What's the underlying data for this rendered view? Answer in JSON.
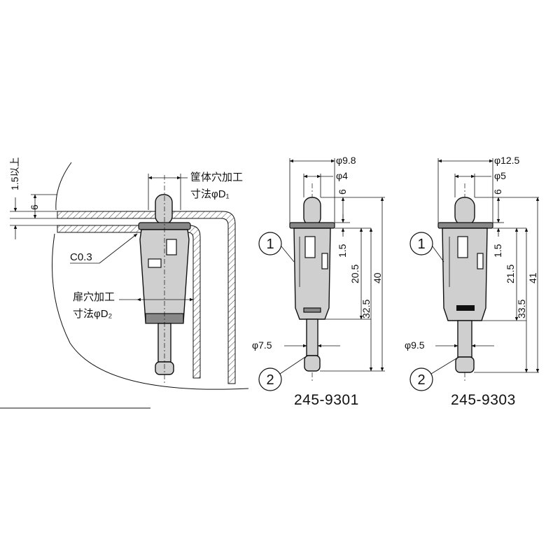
{
  "left_view": {
    "label_min": "1.5以上",
    "label_6": "6",
    "label_c03": "C0.3",
    "label_cabinet_line1": "筐体穴加工",
    "label_cabinet_line2": "寸法φD₁",
    "label_door_line1": "扉穴加工",
    "label_door_line2": "寸法φD₂"
  },
  "part_9301": {
    "model": "245-9301",
    "d_flange": "φ9.8",
    "d_pin": "φ4",
    "d_shaft": "φ7.5",
    "h_6": "6",
    "h_1_5": "1.5",
    "h_20_5": "20.5",
    "h_32_5": "32.5",
    "h_40": "40",
    "callout_1": "1",
    "callout_2": "2"
  },
  "part_9303": {
    "model": "245-9303",
    "d_flange": "φ12.5",
    "d_pin": "φ5",
    "d_shaft": "φ9.5",
    "h_6": "6",
    "h_1_5": "1.5",
    "h_21_5": "21.5",
    "h_33_5": "33.5",
    "h_41": "41",
    "callout_1": "1",
    "callout_2": "2"
  }
}
